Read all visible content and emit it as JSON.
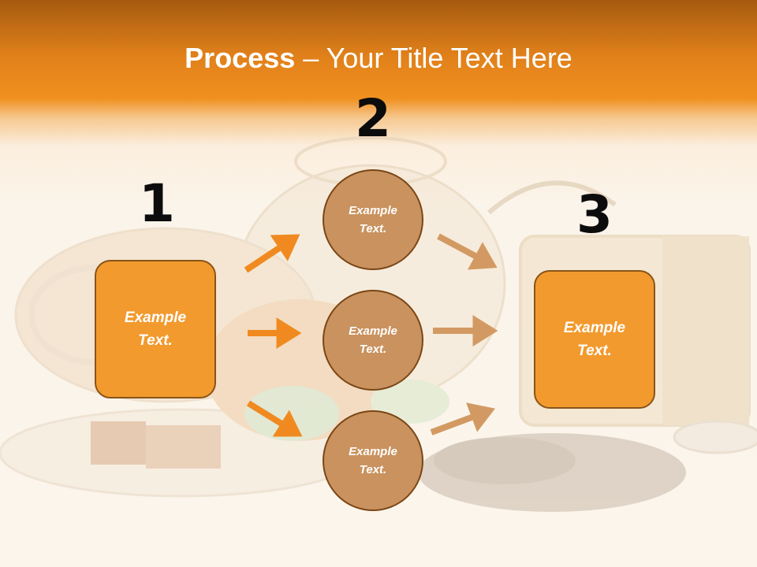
{
  "title": {
    "bold": "Process",
    "rest": " – Your Title Text Here"
  },
  "steps": [
    {
      "number": "1",
      "text": "Example Text."
    },
    {
      "number": "2",
      "text": "Example Text."
    },
    {
      "number": "3",
      "text": "Example Text."
    }
  ],
  "circles": [
    {
      "text": "Example Text."
    },
    {
      "text": "Example Text."
    },
    {
      "text": "Example Text."
    }
  ],
  "colors": {
    "header": "#f0901f",
    "box_fill": "#f29a2e",
    "circle_fill": "#c9925e",
    "arrow_left": "#f08a20",
    "arrow_right": "#d29a62"
  }
}
